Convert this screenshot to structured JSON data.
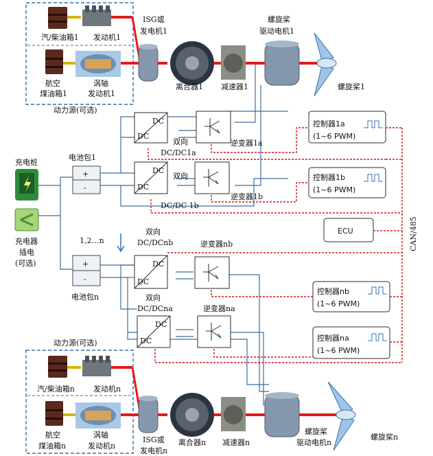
{
  "top_right_fragment": "( ...",
  "power_source_top": {
    "tank1": "汽/柴油箱1",
    "engine1": "发动机1",
    "tank2_line1": "航空",
    "tank2_line2": "煤油箱1",
    "turbine_line1": "涡轴",
    "turbine_line2": "发动机1",
    "caption": "动力源(可选)"
  },
  "power_source_bottom": {
    "caption": "动力源(可选)",
    "tank1": "汽/柴油箱n",
    "engine1": "发动机n",
    "tank2_line1": "航空",
    "tank2_line2": "煤油箱n",
    "turbine_line1": "涡轴",
    "turbine_line2": "发动机n"
  },
  "isg_top": [
    "ISG或",
    "发电机1"
  ],
  "isg_bottom": [
    "ISG或",
    "发电机n"
  ],
  "clutch_top": "离合器1",
  "clutch_bottom": "离合器n",
  "reducer_top": "减速器1",
  "reducer_bottom": "减速器n",
  "motor_top": [
    "螺旋桨",
    "驱动电机1"
  ],
  "motor_bottom": [
    "螺旋桨",
    "驱动电机n"
  ],
  "prop_top": "螺旋桨1",
  "prop_bottom": "螺旋桨n",
  "charger_top": "充电桩",
  "charger_bottom": [
    "充电器",
    "插电",
    "(可选)"
  ],
  "battery_top": "电池包1",
  "battery_bottom": "电池包n",
  "battery_plus": "+",
  "battery_minus": "-",
  "battery_index": "1,2…n",
  "dc": "DC",
  "dcdc_1a_prefix": "双向",
  "dcdc_1a": "DC/DC1a",
  "inverter_1a": "逆变器1a",
  "dcdc_1b": "DC/DC 1b",
  "inverter_1b": "逆变器1b",
  "dcdc_nb": [
    "双向",
    "DC/DCnb"
  ],
  "inverter_nb": "逆变器nb",
  "dcdc_na": [
    "双向",
    "DC/DCna"
  ],
  "inverter_na": "逆变器na",
  "ctrl_1a": [
    "控制器1a",
    "(1~6 PWM)"
  ],
  "ctrl_1b": [
    "控制器1b",
    "(1~6 PWM)"
  ],
  "ctrl_nb": [
    "控制器nb",
    "(1~6 PWM)"
  ],
  "ctrl_na": [
    "控制器na",
    "(1~6 PWM)"
  ],
  "ecu": "ECU",
  "can_label": "CAN/485"
}
